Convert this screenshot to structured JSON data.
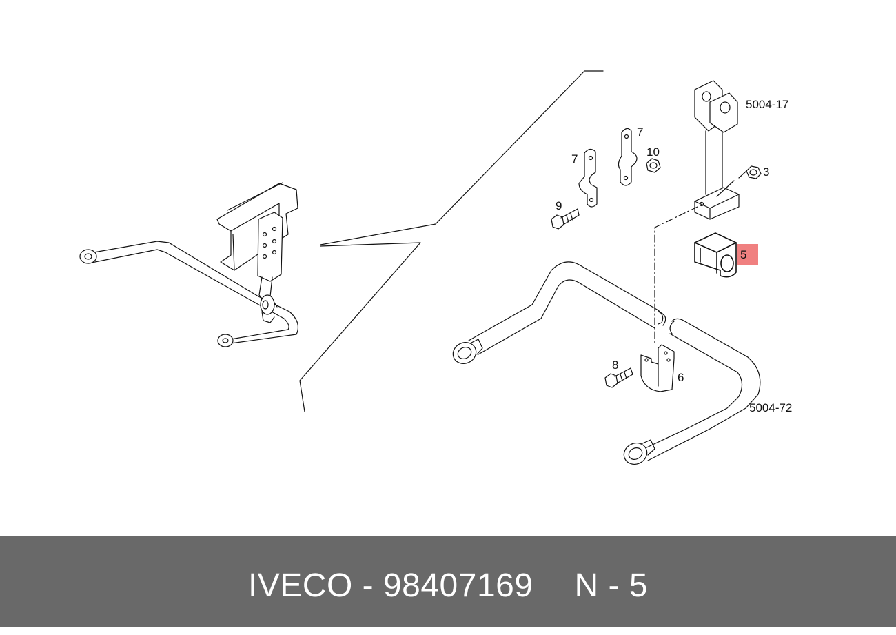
{
  "diagram": {
    "callouts": {
      "c5004_17": "5004-17",
      "c3": "3",
      "c7a": "7",
      "c7b": "7",
      "c10": "10",
      "c9": "9",
      "c5": "5",
      "c8": "8",
      "c6": "6",
      "c5004_72": "5004-72"
    },
    "highlight_color": "#f08080",
    "line_color": "#111111"
  },
  "footer": {
    "brand_part": "IVECO - 98407169",
    "position": "N - 5",
    "background": "#696969"
  }
}
